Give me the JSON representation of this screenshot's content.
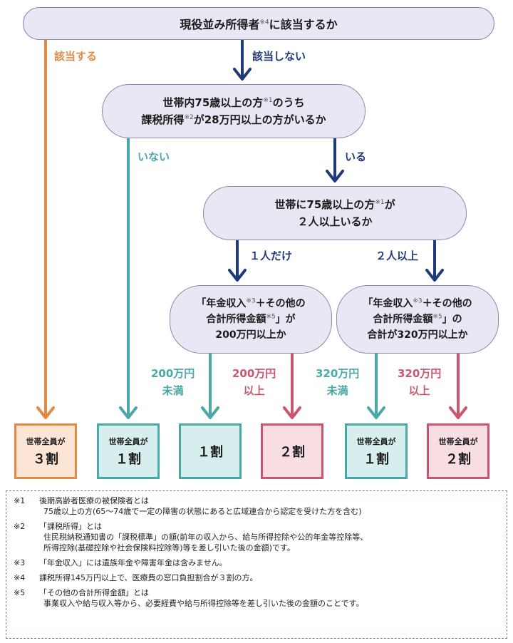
{
  "q1": {
    "before": "現役並み所得者",
    "mark": "※4",
    "after": "に該当するか"
  },
  "q2": {
    "l1_before": "世帯内75歳以上の方",
    "l1_mark": "※1",
    "l1_after": "のうち",
    "l2_a": "課税所得",
    "l2_mark": "※2",
    "l2_b": "が28万円以上の方がいるか"
  },
  "q3": {
    "l1_a": "世帯に75歳以上の方",
    "l1_mark": "※1",
    "l1_b": "が",
    "l2": "２人以上いるか"
  },
  "q4": {
    "l1_a": "「年金収入",
    "l1_mark": "※3",
    "l1_b": "＋その他の",
    "l2_a": "合計所得金額",
    "l2_mark": "※5",
    "l2_b": "」が",
    "l3": "200万円以上か"
  },
  "q5": {
    "l1_a": "「年金収入",
    "l1_mark": "※3",
    "l1_b": "＋その他の",
    "l2_a": "合計所得金額",
    "l2_mark": "※5",
    "l2_b": "」の",
    "l3": "合計が320万円以上か"
  },
  "edges": {
    "yes1": "該当する",
    "no1": "該当しない",
    "no2": "いない",
    "yes2": "いる",
    "one": "１人だけ",
    "two": "２人以上",
    "lt200_l1": "200万円",
    "lt200_l2": "未満",
    "ge200_l1": "200万円",
    "ge200_l2": "以上",
    "lt320_l1": "320万円",
    "lt320_l2": "未満",
    "ge320_l1": "320万円",
    "ge320_l2": "以上"
  },
  "results": [
    {
      "sub": "世帯全員が",
      "main": "３割"
    },
    {
      "sub": "世帯全員が",
      "main": "１割"
    },
    {
      "sub": "",
      "main": "１割"
    },
    {
      "sub": "",
      "main": "２割"
    },
    {
      "sub": "世帯全員が",
      "main": "１割"
    },
    {
      "sub": "世帯全員が",
      "main": "２割"
    }
  ],
  "notes": [
    {
      "mark": "※1",
      "lines": [
        "後期高齢者医療の被保険者とは",
        "75歳以上の方(65～74歳で一定の障害の状態にあると広域連合から認定を受けた方を含む)"
      ]
    },
    {
      "mark": "※2",
      "lines": [
        "「課税所得」とは",
        "住民税納税通知書の「課税標準」の額(前年の収入から、給与所得控除や公的年金等控除等、",
        "所得控除(基礎控除や社会保険料控除等)等を差し引いた後の金額)です。"
      ]
    },
    {
      "mark": "※3",
      "lines": [
        "「年金収入」には遺族年金や障害年金は含みません。"
      ]
    },
    {
      "mark": "※4",
      "lines": [
        "課税所得145万円以上で、医療費の窓口負担割合が３割の方。"
      ]
    },
    {
      "mark": "※5",
      "lines": [
        "「その他の合計所得金額」とは",
        "事業収入や給与収入等から、必要経費や給与所得控除等を差し引いた後の金額のことです。"
      ]
    }
  ],
  "colors": {
    "orange": "#e38a44",
    "navy": "#1f3a7a",
    "teal": "#4aa8a6",
    "pink": "#c8566e",
    "pill": "#e9e7f4"
  }
}
